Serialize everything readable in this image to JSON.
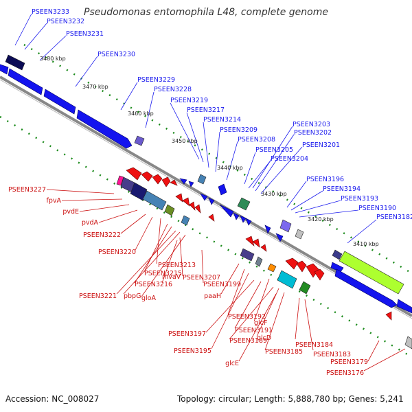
{
  "title": "Pseudomonas entomophila L48, complete genome",
  "footer": {
    "accession": "Accession: NC_008027",
    "topology": "Topology: circular; Length: 5,888,780 bp; Genes: 5,241"
  },
  "colors": {
    "forward_gene": "#1414ee",
    "reverse_gene": "#ee1111",
    "forward_label": "#1a1aee",
    "reverse_label": "#cc1111",
    "backbone": "#888888",
    "tick_dots": "#1a8a1a"
  },
  "tick_labels": [
    "3480 kbp",
    "3470 kbp",
    "3460 kbp",
    "3450 kbp",
    "3440 kbp",
    "3430 kbp",
    "3420 kbp",
    "3410 kbp"
  ],
  "forward_labels": [
    "PSEEN3233",
    "PSEEN3232",
    "PSEEN3231",
    "PSEEN3230",
    "PSEEN3229",
    "PSEEN3228",
    "PSEEN3219",
    "PSEEN3217",
    "PSEEN3214",
    "PSEEN3209",
    "PSEEN3208",
    "PSEEN3205",
    "PSEEN3204",
    "PSEEN3203",
    "PSEEN3202",
    "PSEEN3201",
    "PSEEN3196",
    "PSEEN3194",
    "PSEEN3193",
    "PSEEN3190",
    "PSEEN3182"
  ],
  "reverse_labels": [
    "PSEEN3227",
    "fpvA",
    "pvdE",
    "pvdA",
    "PSEEN3222",
    "PSEEN3220",
    "PSEEN3213",
    "PSEEN3215",
    "PSEEN3216",
    "PSEEN3221",
    "pbpG",
    "gloA",
    "mvaV",
    "PSEEN3207",
    "PSEEN3199",
    "paaH",
    "PSEEN3192",
    "glcF",
    "PSEEN3197",
    "PSEEN3191",
    "PSEEN3189",
    "glcD",
    "PSEEN3195",
    "PSEEN3185",
    "PSEEN3184",
    "PSEEN3183",
    "glcE",
    "PSEEN3179",
    "PSEEN3176"
  ]
}
